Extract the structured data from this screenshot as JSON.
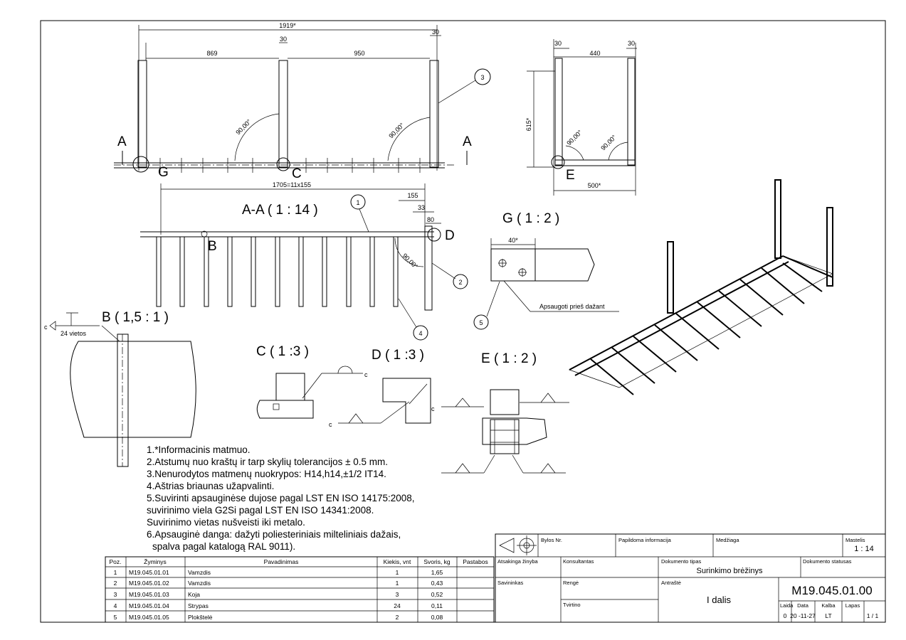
{
  "views": {
    "top": {
      "dim_overall": "1919*",
      "dim_left": "869",
      "dim_right": "950",
      "dim_post_a": "30",
      "dim_post_b": "30",
      "angle_a": "90,00°",
      "angle_b": "90,00°",
      "section_mark_left": "A",
      "section_mark_right": "A",
      "detail_g": "G",
      "detail_c": "C",
      "balloon": "3"
    },
    "side": {
      "dim_width": "440",
      "dim_post_a": "30",
      "dim_post_b": "30",
      "dim_height": "615*",
      "dim_bottom": "500*",
      "angle_a": "90,00°",
      "angle_b": "90,00°",
      "detail_e": "E"
    },
    "section_aa": {
      "title": "A-A ( 1 : 14 )",
      "dim_pitch": "1705=11x155",
      "dim_155": "155",
      "dim_33": "33",
      "dim_80": "80",
      "angle": "90,00°",
      "detail_b": "B",
      "detail_d": "D",
      "balloon_1": "1",
      "balloon_2": "2",
      "balloon_4": "4"
    },
    "detail_g": {
      "title": "G ( 1 : 2 )",
      "dim": "40*",
      "note": "Apsaugoti prieš dažant",
      "balloon": "5"
    },
    "detail_b": {
      "title": "B ( 1,5 : 1 )",
      "weld_count": "24 vietos",
      "weld_symbol": "c"
    },
    "detail_c": {
      "title": "C ( 1 :3 )",
      "weld_symbol": "c"
    },
    "detail_d": {
      "title": "D ( 1 :3 )",
      "weld_symbol": "c"
    },
    "detail_e": {
      "title": "E ( 1 : 2 )",
      "weld_symbol": "c"
    }
  },
  "notes": [
    "1.*Informacinis matmuo.",
    "2.Atstumų nuo kraštų ir tarp skylių tolerancijos ± 0.5 mm.",
    "3.Nenurodytos matmenų nuokrypos: H14,h14,±1/2 IT14.",
    "4.Aštrias briaunas užapvalinti.",
    "5.Suvirinti apsauginėse dujose pagal LST EN ISO 14175:2008,",
    "suvirinimo viela G2Si pagal LST EN ISO 14341:2008.",
    "Suvirinimo vietas nušveisti iki metalo.",
    "6.Apsauginė danga: dažyti poliesteriniais milteliniais dažais,",
    "spalva pagal katalogą RAL 9011)."
  ],
  "parts_table": {
    "headers": [
      "Poz.",
      "Žyminys",
      "Pavadinimas",
      "Kiekis, vnt",
      "Svoris, kg",
      "Pastabos"
    ],
    "rows": [
      [
        "1",
        "M19.045.01.01",
        "Vamzdis",
        "1",
        "1,65",
        ""
      ],
      [
        "2",
        "M19.045.01.02",
        "Vamzdis",
        "1",
        "0,43",
        ""
      ],
      [
        "3",
        "M19.045.01.03",
        "Koja",
        "3",
        "0,52",
        ""
      ],
      [
        "4",
        "M19.045.01.04",
        "Strypas",
        "24",
        "0,11",
        ""
      ],
      [
        "5",
        "M19.045.01.05",
        "Plokštelė",
        "2",
        "0,08",
        ""
      ]
    ]
  },
  "title_block": {
    "bylos_nr": "Bylos Nr.",
    "papildoma": "Papildoma informacija",
    "medziaga": "Medžiaga",
    "mastelis_label": "Mastelis",
    "mastelis": "1 : 14",
    "atsakinga": "Atsakinga žinyba",
    "konsultantas": "Konsultantas",
    "doc_tipas_label": "Dokumento tipas",
    "doc_tipas": "Surinkimo brėžinys",
    "doc_statusas": "Dokumento statusas",
    "savininkas": "Savininkas",
    "renge": "Rengė",
    "tvirtino": "Tvirtino",
    "antraste_label": "Antraštė",
    "antraste": "I dalis",
    "number": "M19.045.01.00",
    "laida_label": "Laida",
    "laida": "0",
    "data_label": "Data",
    "data": "20 -11-27",
    "kalba_label": "Kalba",
    "kalba": "LT",
    "lapas_label": "Lapas",
    "lapas": "1 / 1"
  }
}
